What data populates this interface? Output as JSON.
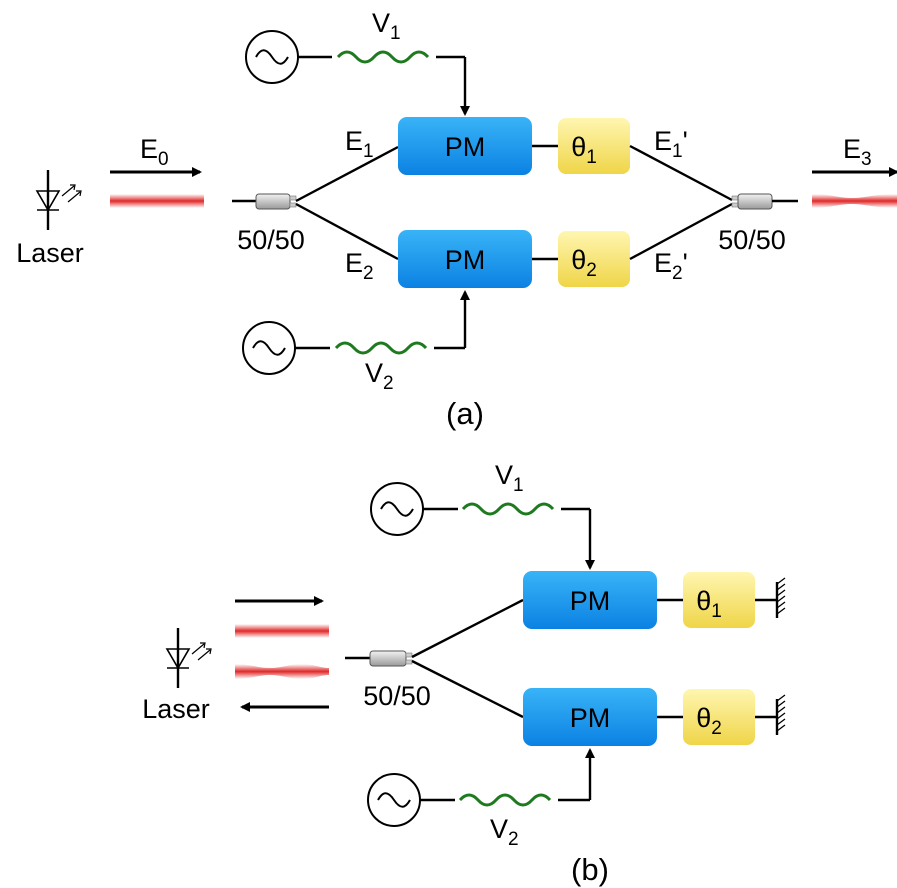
{
  "diagram": {
    "a": {
      "caption": "(a)",
      "laser_label": "Laser",
      "input_field": {
        "main": "E",
        "sub": "0",
        "prime": ""
      },
      "output_field": {
        "main": "E",
        "sub": "3",
        "prime": ""
      },
      "coupler_in": "50/50",
      "coupler_out": "50/50",
      "arm1": {
        "field_in": {
          "main": "E",
          "sub": "1",
          "prime": ""
        },
        "field_out": {
          "main": "E",
          "sub": "1",
          "prime": "'"
        },
        "modulator": "PM",
        "phase": {
          "main": "θ",
          "sub": "1"
        },
        "drive": {
          "main": "V",
          "sub": "1"
        }
      },
      "arm2": {
        "field_in": {
          "main": "E",
          "sub": "2",
          "prime": ""
        },
        "field_out": {
          "main": "E",
          "sub": "2",
          "prime": "'"
        },
        "modulator": "PM",
        "phase": {
          "main": "θ",
          "sub": "2"
        },
        "drive": {
          "main": "V",
          "sub": "2"
        }
      }
    },
    "b": {
      "caption": "(b)",
      "laser_label": "Laser",
      "coupler": "50/50",
      "arm1": {
        "modulator": "PM",
        "phase": {
          "main": "θ",
          "sub": "1"
        },
        "drive": {
          "main": "V",
          "sub": "1"
        }
      },
      "arm2": {
        "modulator": "PM",
        "phase": {
          "main": "θ",
          "sub": "2"
        },
        "drive": {
          "main": "V",
          "sub": "2"
        }
      }
    }
  },
  "colors": {
    "pm_gradient": [
      "#2aa8f5",
      "#0f86e6"
    ],
    "phase_gradient": [
      "#fff3a6",
      "#f0d84a"
    ],
    "beam": "#e03030",
    "rf_wave": "#1e7a1e"
  }
}
